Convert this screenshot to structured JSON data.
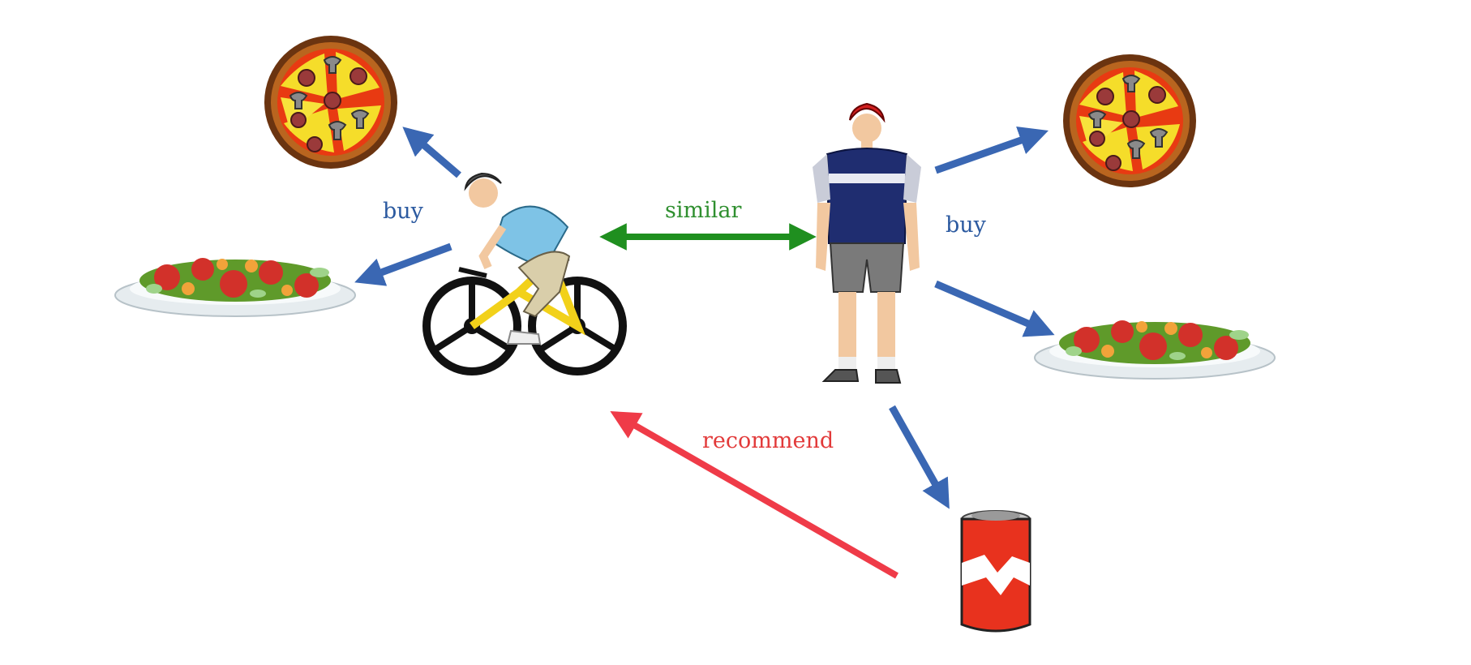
{
  "labels": {
    "buy_left": "buy",
    "buy_right": "buy",
    "similar": "similar",
    "recommend": "recommend"
  },
  "colors": {
    "buy_arrow": "#3a67b3",
    "similar_arrow": "#1f8f1f",
    "recommend_arrow": "#ef3b48",
    "pizza_crust": "#8a4a1a",
    "pizza_cheese": "#f5dd2a",
    "pizza_sauce": "#e83a12",
    "can_red": "#e8321e"
  },
  "icons": [
    "pizza-icon",
    "salad-icon",
    "cyclist-on-bike-icon",
    "standing-cyclist-icon",
    "soda-can-icon"
  ]
}
